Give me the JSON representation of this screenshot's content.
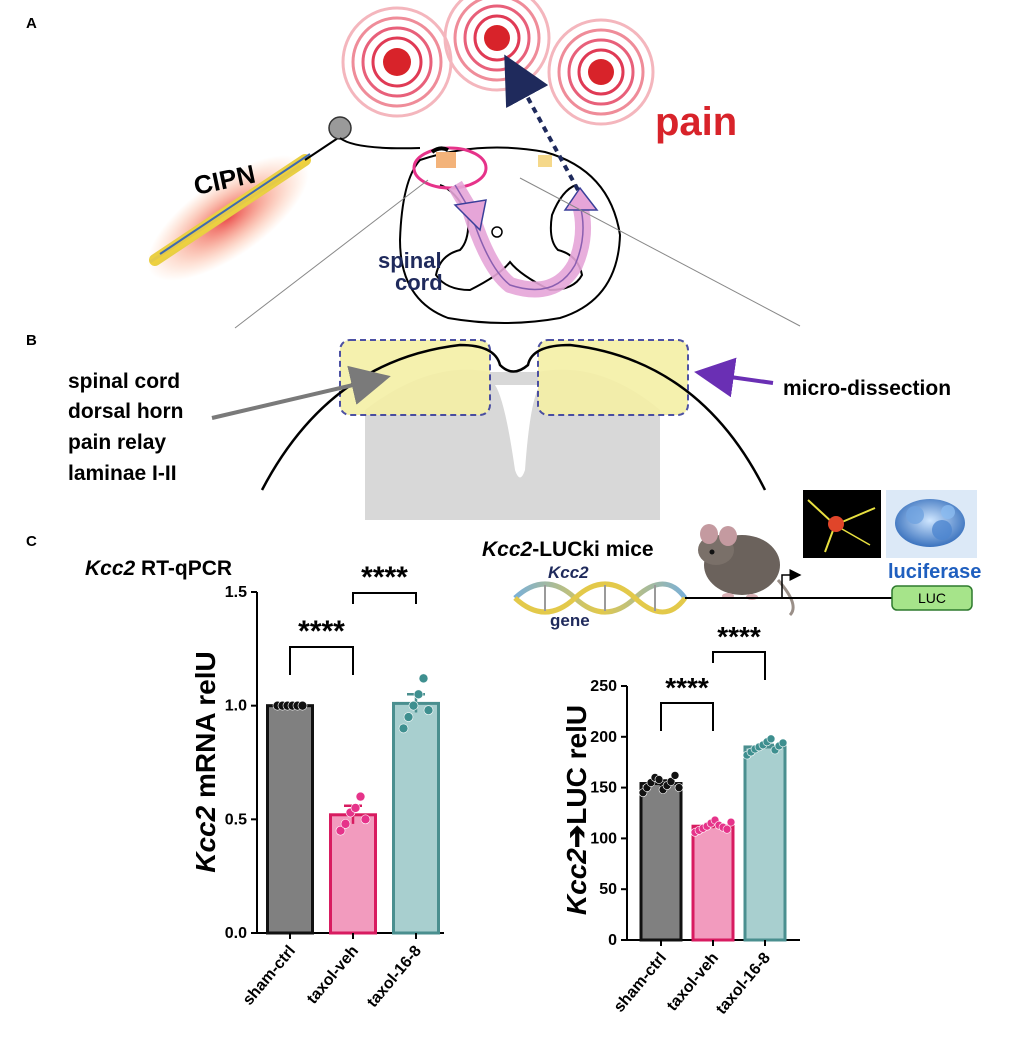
{
  "panels": {
    "a": "A",
    "b": "B",
    "c": "C"
  },
  "panel_a": {
    "pain_label": "pain",
    "cipn_label": "CIPN",
    "spinal_label_1": "spinal",
    "spinal_label_2": "cord"
  },
  "panel_b": {
    "left_label_lines": [
      "spinal cord",
      "dorsal horn",
      "pain relay",
      "laminae I-II"
    ],
    "right_label": "micro-dissection"
  },
  "panel_c": {
    "title_italic": "Kcc2",
    "title_rest": " RT-qPCR",
    "mice_italic": "Kcc2",
    "mice_rest": "-LUCki mice",
    "gene_italic": "Kcc2",
    "gene_label": "gene",
    "luciferase_label": "luciferase",
    "luc_box_label": "LUC"
  },
  "colors": {
    "pain_red": "#d8232a",
    "dark_navy": "#1f2a5c",
    "gray_bar": "#808080",
    "pink_bar": "#f29bbe",
    "pink_dot": "#e6338a",
    "teal_bar": "#a8cfcf",
    "teal_dot": "#3e8f8f",
    "yellow_region": "#f5f0a6",
    "luciferase_blue": "#1f5fbf"
  },
  "chart_data": [
    {
      "type": "bar",
      "categories": [
        "sham-ctrl",
        "taxol-veh",
        "taxol-16-8"
      ],
      "values": [
        1.0,
        0.52,
        1.01
      ],
      "sem": [
        0.0,
        0.04,
        0.04
      ],
      "points": [
        [
          1.0,
          1.0,
          1.0,
          1.0,
          1.0,
          1.0
        ],
        [
          0.45,
          0.48,
          0.53,
          0.55,
          0.6,
          0.5
        ],
        [
          0.9,
          0.95,
          1.0,
          1.05,
          1.12,
          0.98
        ]
      ],
      "ylabel_italic": "Kcc2",
      "ylabel_rest": " mRNA relU",
      "ylim": [
        0,
        1.5
      ],
      "yticks": [
        "0.0",
        "0.5",
        "1.0",
        "1.5"
      ],
      "significance": [
        {
          "from": 0,
          "to": 1,
          "label": "****"
        },
        {
          "from": 1,
          "to": 2,
          "label": "****"
        }
      ]
    },
    {
      "type": "bar",
      "categories": [
        "sham-ctrl",
        "taxol-veh",
        "taxol-16-8"
      ],
      "values": [
        154,
        112,
        190
      ],
      "sem": [
        3,
        2,
        2
      ],
      "points": [
        [
          145,
          150,
          155,
          160,
          158,
          148,
          152,
          156,
          162,
          150
        ],
        [
          106,
          108,
          110,
          112,
          115,
          118,
          113,
          111,
          109,
          116
        ],
        [
          182,
          185,
          188,
          190,
          192,
          195,
          198,
          187,
          191,
          194
        ]
      ],
      "ylabel_italic": "Kcc2",
      "ylabel_rest": "➔LUC relU",
      "ylim": [
        0,
        250
      ],
      "yticks": [
        "0",
        "50",
        "100",
        "150",
        "200",
        "250"
      ],
      "significance": [
        {
          "from": 0,
          "to": 1,
          "label": "****"
        },
        {
          "from": 1,
          "to": 2,
          "label": "****"
        }
      ]
    }
  ]
}
